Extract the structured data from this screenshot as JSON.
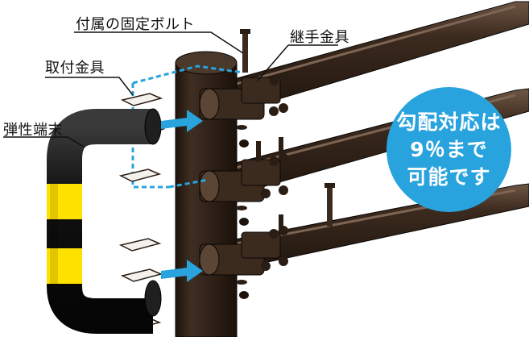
{
  "labels": {
    "bolt": "付属の固定ボルト",
    "joint": "継手金具",
    "bracket": "取付金具",
    "end": "弾性端末"
  },
  "badge": {
    "line1": "勾配対応は",
    "line2": "9％まで",
    "line3": "可能です"
  },
  "colors": {
    "pipe": "#2e1e14",
    "pipe_highlight": "#6e5645",
    "end_black": "#141414",
    "end_yellow": "#ffe100",
    "arrow": "#29a3de",
    "badge": "#29a3de"
  }
}
